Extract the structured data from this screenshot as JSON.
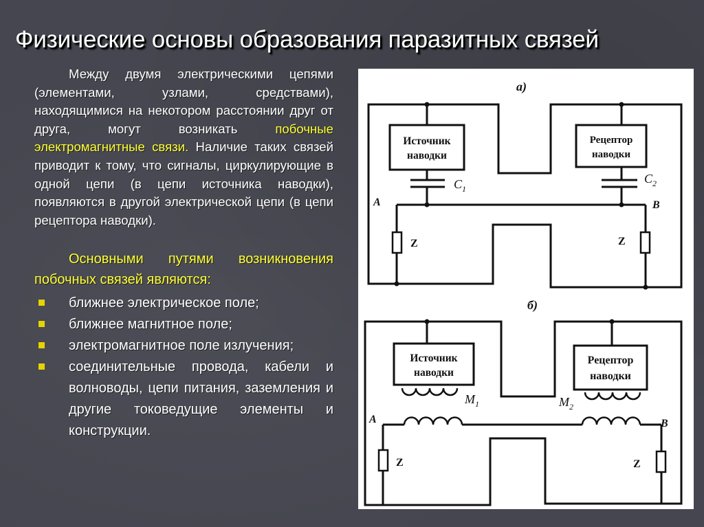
{
  "title": "Физические основы образования паразитных связей",
  "intro": {
    "before": "Между двумя электрическими цепями (элементами, узлами, средствами), находящимися на некотором расстоянии друг от друга, могут возникать ",
    "highlight": "побочные электромагнитные связи.",
    "after": " Наличие таких связей приводит к тому, что сигналы, циркулирующие в одной цепи (в цепи источника наводки), появляются в другой электрической цепи (в цепи рецептора наводки)."
  },
  "paths_intro": "Основными путями возникновения побочных связей являются:",
  "paths": [
    "ближнее электрическое поле;",
    "ближнее магнитное поле;",
    "электромагнитное поле излучения;",
    "соединительные провода, кабели и волноводы, цепи питания, заземления и другие токоведущие элементы и конструкции."
  ],
  "colors": {
    "background": "#45464f",
    "highlight": "#ffff33",
    "bullet": "#e8d300"
  },
  "diagram_a": {
    "label": "а)",
    "source": [
      "Источник",
      "наводки"
    ],
    "receptor": [
      "Рецептор",
      "наводки"
    ],
    "cap1": "C",
    "cap1_sub": "1",
    "cap2": "C",
    "cap2_sub": "2",
    "node_a": "A",
    "node_b": "B",
    "z_left": "Z",
    "z_right": "Z"
  },
  "diagram_b": {
    "label": "б)",
    "source": [
      "Источник",
      "наводки"
    ],
    "receptor": [
      "Рецептор",
      "наводки"
    ],
    "m1": "M",
    "m1_sub": "1",
    "m2": "M",
    "m2_sub": "2",
    "node_a": "A",
    "node_b": "B",
    "z_left": "Z",
    "z_right": "Z"
  }
}
